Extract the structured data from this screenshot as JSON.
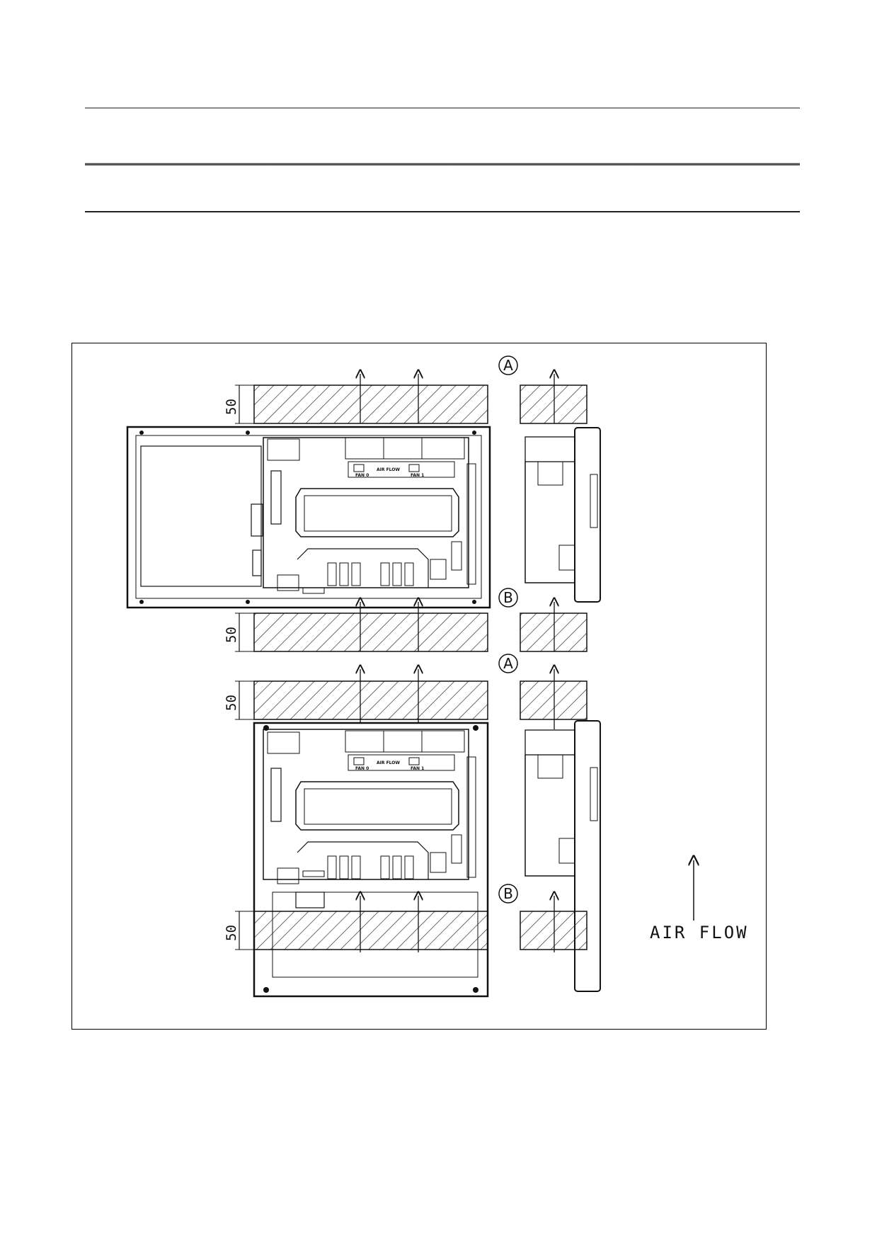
{
  "header": {
    "title": "",
    "subtitle": ""
  },
  "diagram": {
    "clearance_labels": [
      "50",
      "50",
      "50",
      "50"
    ],
    "marker_a": "A",
    "marker_b": "B",
    "airflow_label": "AIR FLOW",
    "board_airflow_text": "AIR FLOW",
    "fan_labels": [
      "FAN 0",
      "FAN 1"
    ]
  }
}
